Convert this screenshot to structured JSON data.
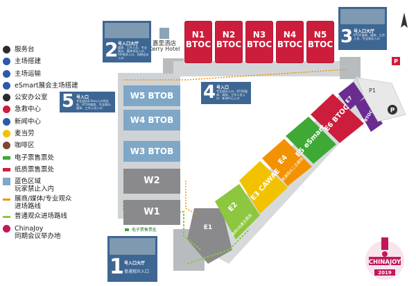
{
  "colors": {
    "n_hall": "#cc1e3c",
    "w_hall_blue": "#7fa8c8",
    "w_hall_gray": "#8a8a8c",
    "card_blue": "#3d6693",
    "e_green": "#8dc63f",
    "e_yellow": "#f2c200",
    "e_orange": "#f39200",
    "e_green_dark": "#3ea935",
    "e_purple": "#6b2c91"
  },
  "legend": [
    {
      "icon": "service-desk-icon",
      "label": "服务台"
    },
    {
      "icon": "build-icon",
      "label": "主场搭建"
    },
    {
      "icon": "transport-icon",
      "label": "主场运输"
    },
    {
      "icon": "esmart-icon",
      "label": "eSmart展会主场搭建"
    },
    {
      "icon": "police-icon",
      "label": "公安办公室"
    },
    {
      "icon": "first-aid-icon",
      "label": "急救中心"
    },
    {
      "icon": "news-icon",
      "label": "新闻中心"
    },
    {
      "icon": "mcdonalds-icon",
      "label": "麦当劳"
    },
    {
      "icon": "cafe-icon",
      "label": "咖啡区"
    },
    {
      "icon": "eticket-icon",
      "label": "电子票售票处"
    },
    {
      "icon": "paper-ticket-icon",
      "label": "纸质票售票处"
    },
    {
      "icon": "blue-zone-icon",
      "label": "蓝色区域\n玩家禁止入内"
    },
    {
      "icon": "orange-route-icon",
      "label": "展商/媒体/专业观众\n进场路线"
    },
    {
      "icon": "green-route-icon",
      "label": "普通观众进场路线"
    },
    {
      "icon": "chinajoy-conf-icon",
      "label": "ChinaJoy\n同期会议举办地"
    }
  ],
  "n_halls": [
    {
      "name": "N1",
      "label": "BTOC"
    },
    {
      "name": "N2",
      "label": "BTOC"
    },
    {
      "name": "N3",
      "label": "BTOC"
    },
    {
      "name": "N4",
      "label": "BTOC"
    },
    {
      "name": "N5",
      "label": "BTOC"
    }
  ],
  "w_halls": {
    "w5": "W5 BTOB",
    "w4": "W4 BTOB",
    "w3": "W3 BTOB",
    "w2": "W2",
    "w1": "W1"
  },
  "e_halls": {
    "e1": "E1",
    "e2": "E2",
    "e2_sub": "高校/动漫主题馆",
    "e3": "E3 CAWAE",
    "e4": "E4",
    "e4_sub": "普通观众二主题馆",
    "e5": "E5 eSmart",
    "e6": "E6 BTOC",
    "e7": "E7",
    "e7_btoc": "BTOC",
    "p1": "P1",
    "p_badge": "P"
  },
  "hotel": {
    "zh": "嘉里酒店",
    "en": "Kerry Hotel"
  },
  "entrances": [
    {
      "num": "1",
      "title": "号入口大厅",
      "desc": "普通观众入口"
    },
    {
      "num": "2",
      "title": "号入口大厅",
      "desc": "展商、工作人员、专业观众、媒体领证入口、VIP贵宾入口、同期会议入口"
    },
    {
      "num": "3",
      "title": "号入口大厅",
      "desc": "BTOC展商、媒体、工作人员、专业观众入口"
    },
    {
      "num": "4",
      "title": "号入口",
      "desc": "专业观众入口、BTOB展商、媒体、工作人员入口、新闻中心入口"
    },
    {
      "num": "5",
      "title": "号入口",
      "desc": "专业观众E-Pass入口领证处、BTOB展商、专业观众、媒体、工作人员入口"
    }
  ],
  "ticket_label": "电子票售票处",
  "logo": {
    "text": "CHINAJOY",
    "year": "2019"
  }
}
